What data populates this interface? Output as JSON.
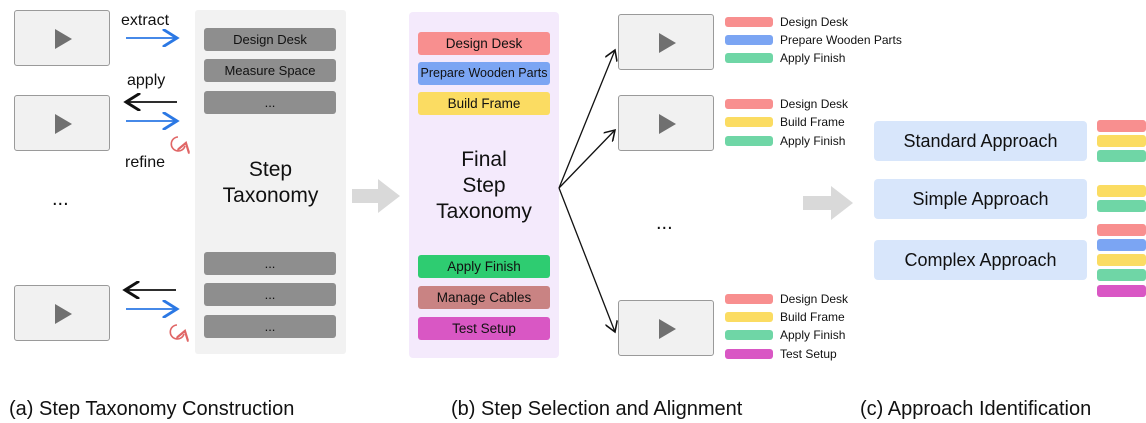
{
  "colors": {
    "design_desk": "#f88f8f",
    "prepare_wooden_parts": "#7ba5f3",
    "build_frame": "#fbdc62",
    "apply_finish": "#6fd6a6",
    "apply_finish_strong": "#2ecc71",
    "manage_cables": "#c98383",
    "test_setup": "#d957c4",
    "taxonomy_step_gray": "#8e8e8e",
    "arrow_blue": "#2b78e4",
    "refine_red": "#e06666",
    "approach_bg": "#d8e6fb"
  },
  "panel_a": {
    "verbs": {
      "extract": "extract",
      "apply": "apply",
      "refine": "refine"
    },
    "ellipsis": "...",
    "taxonomy_title_line1": "Step",
    "taxonomy_title_line2": "Taxonomy",
    "steps_top": [
      "Design Desk",
      "Measure Space",
      "..."
    ],
    "steps_bottom": [
      "...",
      "...",
      "..."
    ],
    "caption": "(a) Step Taxonomy Construction",
    "icons": [
      "play-icon",
      "refresh-icon",
      "arrow-right-icon",
      "arrow-left-icon"
    ]
  },
  "panel_b": {
    "final_title_line1": "Final",
    "final_title_line2": "Step",
    "final_title_line3": "Taxonomy",
    "steps_top": [
      "Design Desk",
      "Prepare Wooden Parts",
      "Build Frame"
    ],
    "steps_bottom": [
      "Apply Finish",
      "Manage Cables",
      "Test Setup"
    ],
    "video1_steps": [
      "Design Desk",
      "Prepare Wooden Parts",
      "Apply Finish"
    ],
    "video2_steps": [
      "Design Desk",
      "Build Frame",
      "Apply Finish"
    ],
    "video3_steps": [
      "Design Desk",
      "Build Frame",
      "Apply Finish",
      "Test Setup"
    ],
    "ellipsis": "...",
    "caption": "(b) Step Selection and Alignment"
  },
  "panel_c": {
    "approaches": [
      "Standard Approach",
      "Simple Approach",
      "Complex Approach"
    ],
    "caption": "(c) Approach Identification"
  }
}
